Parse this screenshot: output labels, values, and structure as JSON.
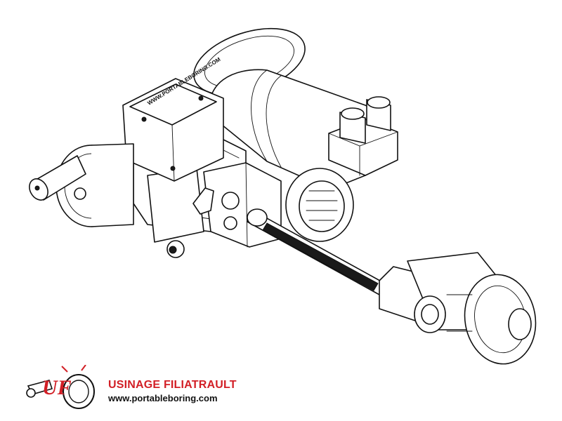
{
  "drawing": {
    "subject": "portable line boring machine",
    "stamp_text": "WWW.PORTABLEBORING.COM",
    "line_color": "#111111",
    "background": "#ffffff"
  },
  "branding": {
    "logo_letters": "UF",
    "company_name": "USINAGE FILIATRAULT",
    "website": "www.portableboring.com",
    "accent_color": "#d21f26"
  }
}
